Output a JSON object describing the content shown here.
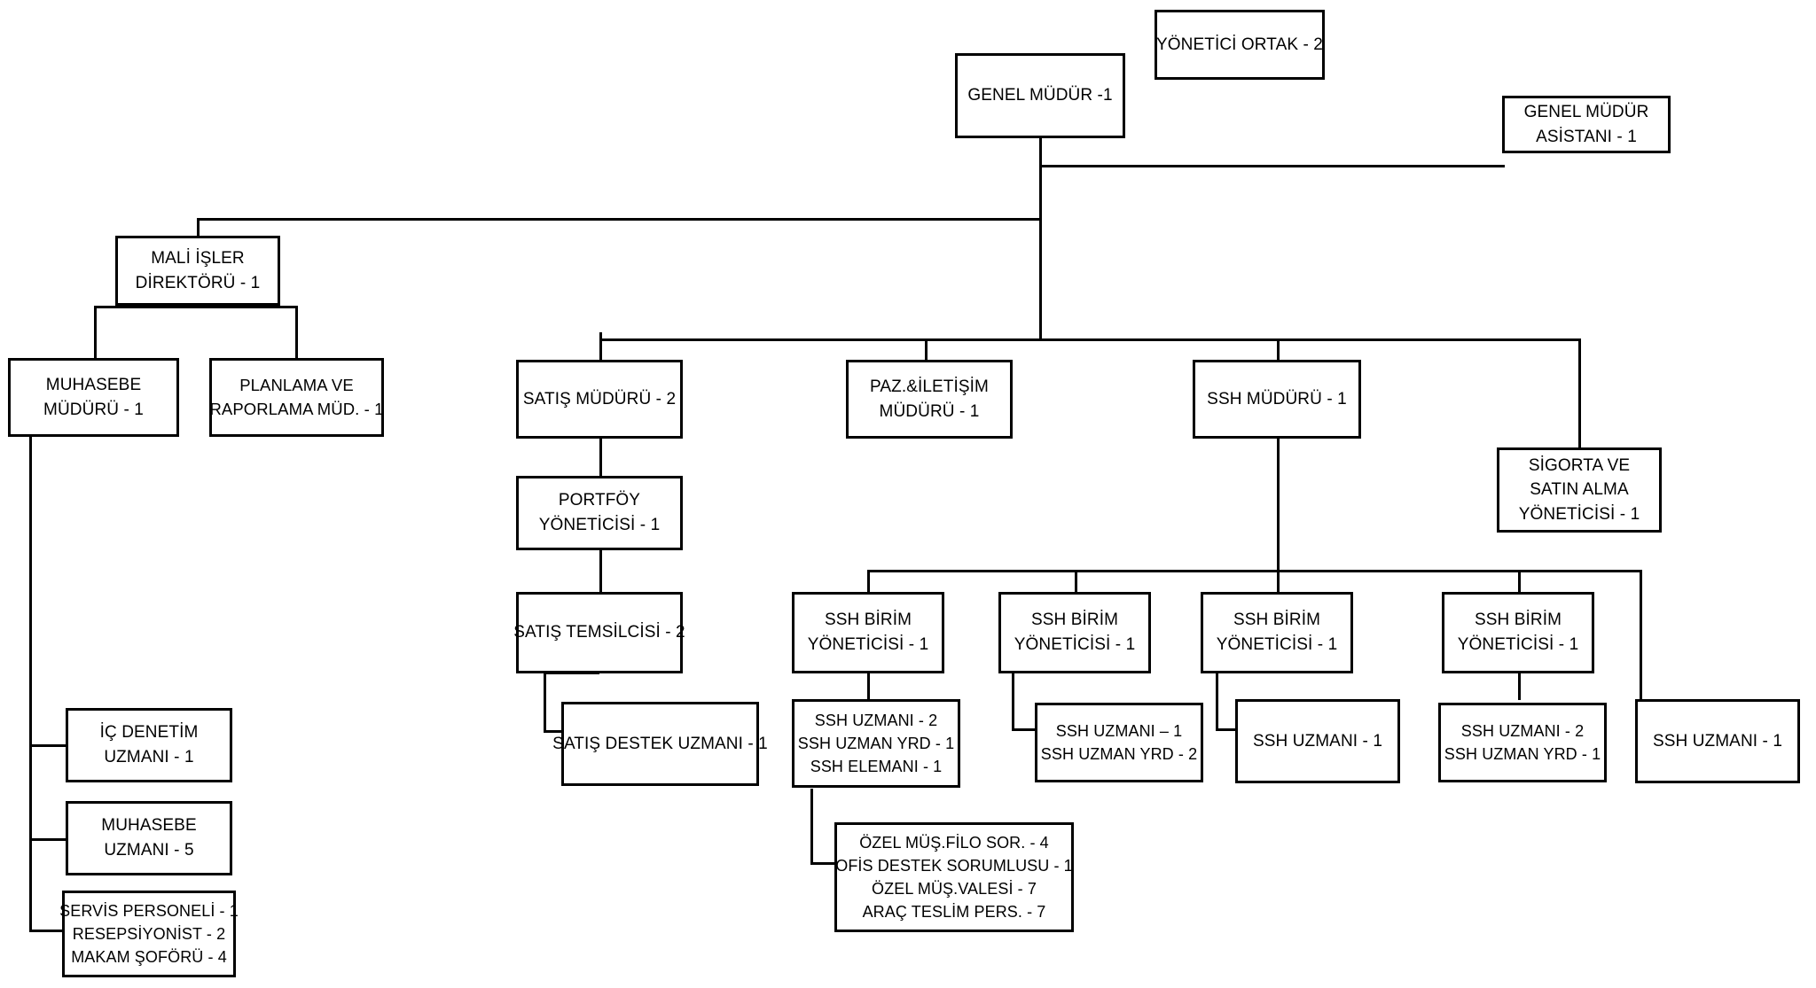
{
  "chart_data": {
    "type": "diagram",
    "title": "Organizasyon Şeması",
    "diagram_kind": "org-chart",
    "orientation": "top-down",
    "node_count": 24,
    "nodes": [
      {
        "id": "genel-mudur",
        "lines": [
          "GENEL MÜDÜR -1"
        ],
        "level": 0
      },
      {
        "id": "yonetici-ortak",
        "lines": [
          "YÖNETİCİ ORTAK - 2"
        ],
        "level": 0,
        "detached": true
      },
      {
        "id": "genel-mudur-asistani",
        "lines": [
          "GENEL MÜDÜR",
          "ASİSTANI - 1"
        ],
        "level": 1,
        "parent": "genel-mudur"
      },
      {
        "id": "mali-isler-direktoru",
        "lines": [
          "MALİ İŞLER",
          "DİREKTÖRÜ - 1"
        ],
        "level": 1,
        "parent": "genel-mudur"
      },
      {
        "id": "muhasebe-muduru",
        "lines": [
          "MUHASEBE",
          "MÜDÜRÜ - 1"
        ],
        "level": 2,
        "parent": "mali-isler-direktoru"
      },
      {
        "id": "planlama-raporlama-mud",
        "lines": [
          "PLANLAMA VE",
          "RAPORLAMA MÜD. - 1"
        ],
        "level": 2,
        "parent": "mali-isler-direktoru"
      },
      {
        "id": "ic-denetim-uzmani",
        "lines": [
          "İÇ DENETİM",
          "UZMANI - 1"
        ],
        "level": 3,
        "parent": "muhasebe-muduru"
      },
      {
        "id": "muhasebe-uzmani",
        "lines": [
          "MUHASEBE",
          "UZMANI - 5"
        ],
        "level": 3,
        "parent": "muhasebe-muduru"
      },
      {
        "id": "servis-personeli",
        "lines": [
          "SERVİS PERSONELİ - 1",
          "RESEPSİYONİST - 2",
          "MAKAM ŞOFÖRÜ - 4"
        ],
        "level": 3,
        "parent": "muhasebe-muduru"
      },
      {
        "id": "satis-muduru",
        "lines": [
          "SATIŞ MÜDÜRÜ - 2"
        ],
        "level": 2,
        "parent": "genel-mudur"
      },
      {
        "id": "portfoy-yoneticisi",
        "lines": [
          "PORTFÖY",
          "YÖNETİCİSİ - 1"
        ],
        "level": 3,
        "parent": "satis-muduru"
      },
      {
        "id": "satis-temsilcisi",
        "lines": [
          "SATIŞ TEMSİLCİSİ - 2"
        ],
        "level": 4,
        "parent": "portfoy-yoneticisi"
      },
      {
        "id": "satis-destek-uzmani",
        "lines": [
          "SATIŞ DESTEK UZMANI - 1"
        ],
        "level": 5,
        "parent": "satis-temsilcisi"
      },
      {
        "id": "paz-iletisim-muduru",
        "lines": [
          "PAZ.&İLETİŞİM",
          "MÜDÜRÜ - 1"
        ],
        "level": 2,
        "parent": "genel-mudur"
      },
      {
        "id": "ssh-muduru",
        "lines": [
          "SSH MÜDÜRÜ - 1"
        ],
        "level": 2,
        "parent": "genel-mudur"
      },
      {
        "id": "sigorta-satin-alma-yoneticisi",
        "lines": [
          "SİGORTA VE",
          "SATIN ALMA",
          "YÖNETİCİSİ - 1"
        ],
        "level": 3,
        "parent": "genel-mudur"
      },
      {
        "id": "ssh-birim-yoneticisi-1",
        "lines": [
          "SSH BİRİM",
          "YÖNETİCİSİ - 1"
        ],
        "level": 3,
        "parent": "ssh-muduru"
      },
      {
        "id": "ssh-birim-yoneticisi-2",
        "lines": [
          "SSH BİRİM",
          "YÖNETİCİSİ - 1"
        ],
        "level": 3,
        "parent": "ssh-muduru"
      },
      {
        "id": "ssh-birim-yoneticisi-3",
        "lines": [
          "SSH BİRİM",
          "YÖNETİCİSİ - 1"
        ],
        "level": 3,
        "parent": "ssh-muduru"
      },
      {
        "id": "ssh-birim-yoneticisi-4",
        "lines": [
          "SSH BİRİM",
          "YÖNETİCİSİ - 1"
        ],
        "level": 3,
        "parent": "ssh-muduru"
      },
      {
        "id": "ssh-uzmani-grup-1",
        "lines": [
          "SSH UZMANI - 2",
          "SSH UZMAN YRD - 1",
          "SSH ELEMANI - 1"
        ],
        "level": 4,
        "parent": "ssh-birim-yoneticisi-1"
      },
      {
        "id": "ssh-uzmani-grup-2",
        "lines": [
          "SSH UZMANI – 1",
          "SSH UZMAN YRD - 2"
        ],
        "level": 4,
        "parent": "ssh-birim-yoneticisi-2"
      },
      {
        "id": "ssh-uzmani-grup-3",
        "lines": [
          "SSH UZMANI - 1"
        ],
        "level": 4,
        "parent": "ssh-birim-yoneticisi-3"
      },
      {
        "id": "ssh-uzmani-grup-4",
        "lines": [
          "SSH UZMANI - 2",
          "SSH UZMAN YRD - 1"
        ],
        "level": 4,
        "parent": "ssh-birim-yoneticisi-4"
      },
      {
        "id": "ssh-uzmani-grup-5",
        "lines": [
          "SSH UZMANI - 1"
        ],
        "level": 4,
        "parent": "ssh-muduru"
      },
      {
        "id": "ozel-mus-detay",
        "lines": [
          "ÖZEL MÜŞ.FİLO SOR. - 4",
          "OFİS DESTEK SORUMLUSU - 1",
          "ÖZEL MÜŞ.VALESİ - 7",
          "ARAÇ TESLİM PERS. - 7"
        ],
        "level": 5,
        "parent": "ssh-uzmani-grup-1"
      }
    ],
    "colors": {
      "box_border": "#000000",
      "box_fill": "#ffffff",
      "text": "#000000",
      "connector": "#000000"
    }
  },
  "nodes": {
    "genel_mudur": {
      "l0": "GENEL MÜDÜR -1"
    },
    "yonetici_ortak": {
      "l0": "YÖNETİCİ ORTAK - 2"
    },
    "genel_mudur_asistani": {
      "l0": "GENEL MÜDÜR",
      "l1": "ASİSTANI - 1"
    },
    "mali_isler": {
      "l0": "MALİ İŞLER",
      "l1": "DİREKTÖRÜ - 1"
    },
    "muhasebe_muduru": {
      "l0": "MUHASEBE",
      "l1": "MÜDÜRÜ - 1"
    },
    "planlama_raporlama": {
      "l0": "PLANLAMA VE",
      "l1": "RAPORLAMA MÜD. - 1"
    },
    "ic_denetim": {
      "l0": "İÇ DENETİM",
      "l1": "UZMANI - 1"
    },
    "muhasebe_uzmani": {
      "l0": "MUHASEBE",
      "l1": "UZMANI - 5"
    },
    "servis_personeli": {
      "l0": "SERVİS PERSONELİ - 1",
      "l1": "RESEPSİYONİST - 2",
      "l2": "MAKAM ŞOFÖRÜ - 4"
    },
    "satis_muduru": {
      "l0": "SATIŞ MÜDÜRÜ - 2"
    },
    "portfoy": {
      "l0": "PORTFÖY",
      "l1": "YÖNETİCİSİ - 1"
    },
    "satis_temsilcisi": {
      "l0": "SATIŞ TEMSİLCİSİ - 2"
    },
    "satis_destek": {
      "l0": "SATIŞ DESTEK UZMANI - 1"
    },
    "paz_iletisim": {
      "l0": "PAZ.&İLETİŞİM",
      "l1": "MÜDÜRÜ - 1"
    },
    "ssh_muduru": {
      "l0": "SSH MÜDÜRÜ - 1"
    },
    "sigorta_satin_alma": {
      "l0": "SİGORTA VE",
      "l1": "SATIN ALMA",
      "l2": "YÖNETİCİSİ - 1"
    },
    "ssh_birim_1": {
      "l0": "SSH BİRİM",
      "l1": "YÖNETİCİSİ - 1"
    },
    "ssh_birim_2": {
      "l0": "SSH BİRİM",
      "l1": "YÖNETİCİSİ - 1"
    },
    "ssh_birim_3": {
      "l0": "SSH BİRİM",
      "l1": "YÖNETİCİSİ - 1"
    },
    "ssh_birim_4": {
      "l0": "SSH BİRİM",
      "l1": "YÖNETİCİSİ - 1"
    },
    "ssh_grup_1": {
      "l0": "SSH UZMANI - 2",
      "l1": "SSH UZMAN YRD - 1",
      "l2": "SSH ELEMANI - 1"
    },
    "ssh_grup_2": {
      "l0": "SSH UZMANI – 1",
      "l1": "SSH UZMAN YRD - 2"
    },
    "ssh_grup_3": {
      "l0": "SSH UZMANI - 1"
    },
    "ssh_grup_4": {
      "l0": "SSH UZMANI - 2",
      "l1": "SSH UZMAN YRD - 1"
    },
    "ssh_grup_5": {
      "l0": "SSH UZMANI - 1"
    },
    "ozel_mus": {
      "l0": "ÖZEL MÜŞ.FİLO SOR. - 4",
      "l1": "OFİS DESTEK SORUMLUSU - 1",
      "l2": "ÖZEL MÜŞ.VALESİ - 7",
      "l3": "ARAÇ TESLİM PERS. - 7"
    }
  }
}
